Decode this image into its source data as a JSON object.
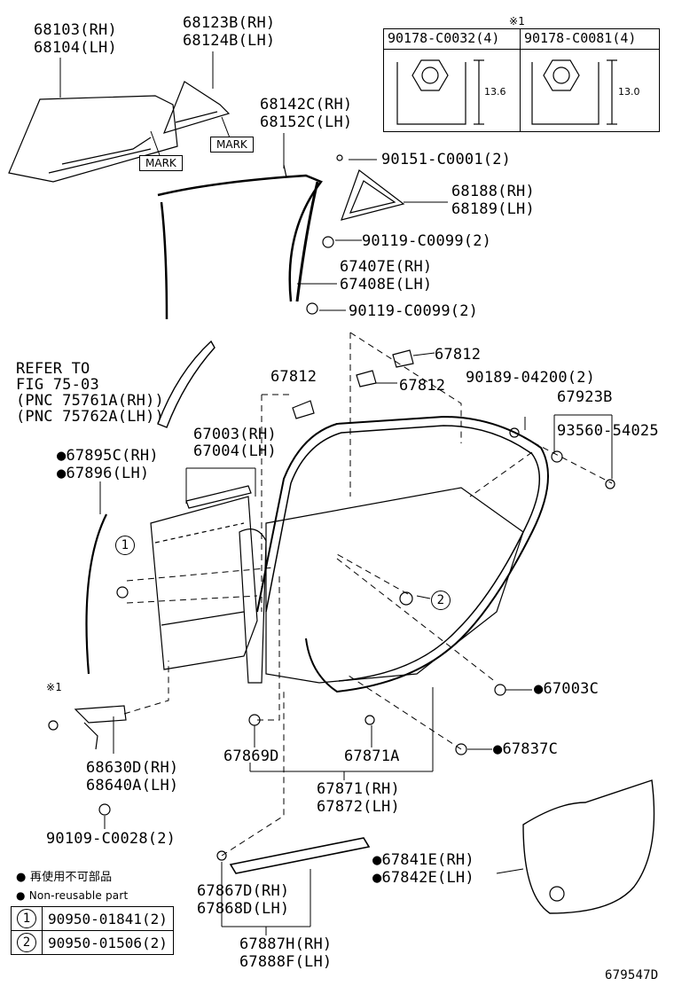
{
  "labels": {
    "p68103": "68103(RH)",
    "p68104": "68104(LH)",
    "p68123": "68123B(RH)",
    "p68124": "68124B(LH)",
    "p68142": "68142C(RH)",
    "p68152": "68152C(LH)",
    "p90151": "90151-C0001(2)",
    "p68188": "68188(RH)",
    "p68189": "68189(LH)",
    "p90119a": "90119-C0099(2)",
    "p67407": "67407E(RH)",
    "p67408": "67408E(LH)",
    "p90119b": "90119-C0099(2)",
    "refer1": "REFER TO",
    "refer2": "FIG 75-03",
    "refer3": "(PNC 75761A(RH))",
    "refer4": "(PNC 75762A(LH))",
    "p67812a": "67812",
    "p67812b": "67812",
    "p67812c": "67812",
    "p90189": "90189-04200(2)",
    "p67923": "67923B",
    "p93560": "93560-54025",
    "p67003": "67003(RH)",
    "p67004": "67004(LH)",
    "p67895": "67895C(RH)",
    "p67896": "67896(LH)",
    "p67003c": "67003C",
    "p67837c": "67837C",
    "p67869d": "67869D",
    "p67871a": "67871A",
    "p67871": "67871(RH)",
    "p67872": "67872(LH)",
    "p68630": "68630D(RH)",
    "p68640": "68640A(LH)",
    "p90109": "90109-C0028(2)",
    "p67841": "67841E(RH)",
    "p67842": "67842E(LH)",
    "p67867": "67867D(RH)",
    "p67868": "67868D(LH)",
    "p67887": "67887H(RH)",
    "p67888": "67888F(LH)",
    "mark1": "MARK",
    "mark2": "MARK",
    "note_x1_top": "※1",
    "note_x1_left": "※1",
    "circle1": "1",
    "circle2": "2",
    "diagram_id": "679547D"
  },
  "bolt_table": {
    "col1": "90178-C0032(4)",
    "col2": "90178-C0081(4)",
    "dim1": "13.6",
    "dim2": "13.0"
  },
  "legend": {
    "jp": "再使用不可部品",
    "en": "Non-reusable part"
  },
  "ref_table": [
    {
      "num": "1",
      "part": "90950-01841(2)"
    },
    {
      "num": "2",
      "part": "90950-01506(2)"
    }
  ]
}
